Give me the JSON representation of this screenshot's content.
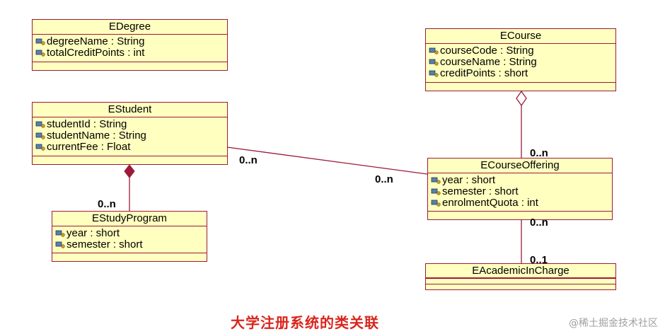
{
  "classes": {
    "edegree": {
      "name": "EDegree",
      "attributes": [
        "degreeName : String",
        "totalCreditPoints : int"
      ]
    },
    "ecourse": {
      "name": "ECourse",
      "attributes": [
        "courseCode : String",
        "courseName : String",
        "creditPoints : short"
      ]
    },
    "estudent": {
      "name": "EStudent",
      "attributes": [
        "studentId : String",
        "studentName : String",
        "currentFee : Float"
      ]
    },
    "ecourseoffering": {
      "name": "ECourseOffering",
      "attributes": [
        "year : short",
        "semester : short",
        "enrolmentQuota : int"
      ]
    },
    "estudyprogram": {
      "name": "EStudyProgram",
      "attributes": [
        "year : short",
        "semester : short"
      ]
    },
    "eacademicincharge": {
      "name": "EAcademicInCharge",
      "attributes": []
    }
  },
  "multiplicities": {
    "student_offering_student_end": "0..n",
    "student_offering_offering_end": "0..n",
    "course_offering_offering_end": "0..n",
    "student_program_program_end": "0..n",
    "offering_academic_offering_end": "0..n",
    "offering_academic_academic_end": "0..1"
  },
  "caption": "大学注册系统的类关联",
  "watermark": "@稀土掘金技术社区",
  "colors": {
    "class_fill": "#ffffc0",
    "class_border": "#9b1b3a",
    "connector": "#9b1b3a",
    "caption": "#d9261c"
  },
  "icons": {
    "attribute": "protected-attribute-icon",
    "composition": "filled-diamond-icon",
    "aggregation": "hollow-diamond-icon"
  }
}
